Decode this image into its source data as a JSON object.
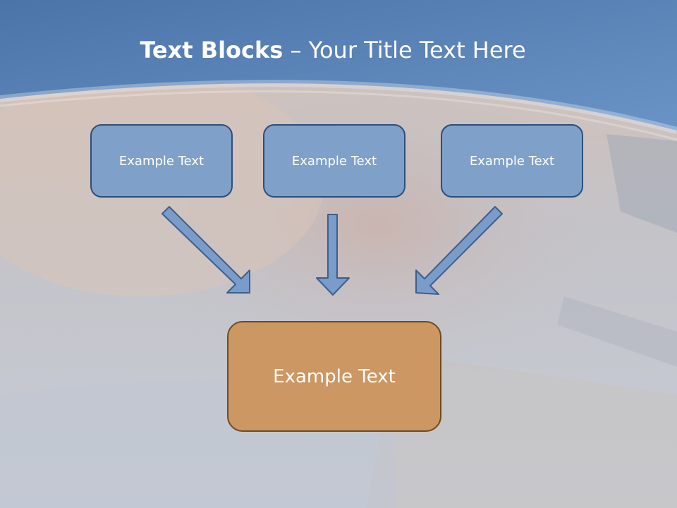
{
  "slide": {
    "title_bold": "Text Blocks",
    "title_dash": " – ",
    "title_rest": "Your Title Text Here"
  },
  "blocks": [
    {
      "text": "Example Text"
    },
    {
      "text": "Example Text"
    },
    {
      "text": "Example Text"
    }
  ],
  "result": {
    "text": "Example Text"
  },
  "colors": {
    "header": "#4f79ad",
    "block_fill": "#7fa0c9",
    "block_border": "#2c4f7a",
    "result_fill": "#cc9762",
    "result_border": "#6e4a22",
    "arrow_fill": "#7a9ccb",
    "arrow_stroke": "#3d5f8e"
  }
}
